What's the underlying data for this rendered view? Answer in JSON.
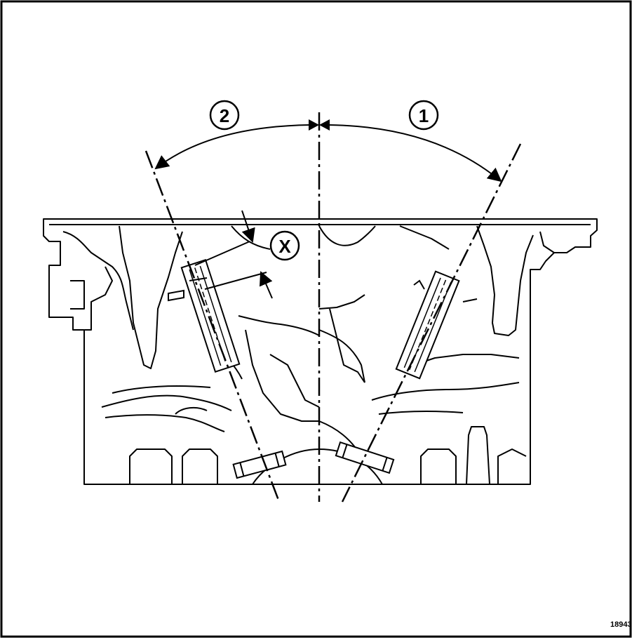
{
  "figure": {
    "callouts": {
      "one": "1",
      "two": "2",
      "x": "X"
    },
    "reference_number": "18943",
    "line_color": "#000000",
    "background_color": "#ffffff"
  }
}
